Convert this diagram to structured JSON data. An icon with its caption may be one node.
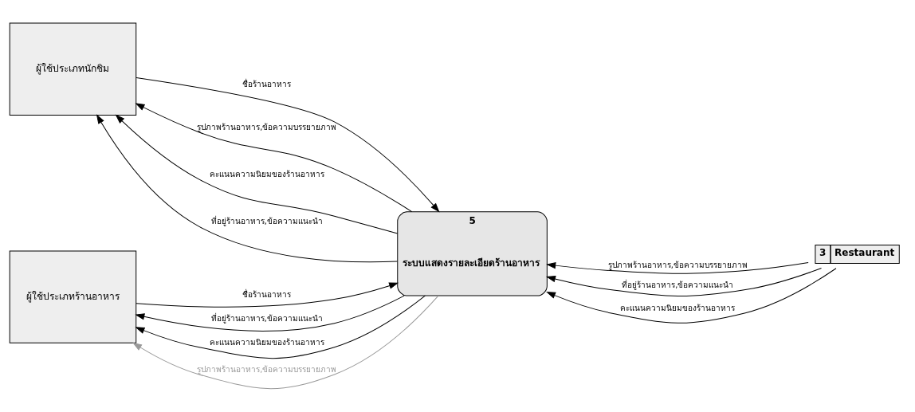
{
  "diagram": {
    "nodes": [
      {
        "text": [
          "ผู้ใช้ประเภทนักชิม"
        ]
      },
      {
        "text": [
          "ผู้ใช้ประเภทร้านอาหาร"
        ]
      },
      {
        "text": [
          "5",
          "ระบบแสดงรายละเอียดร้านอาหาร"
        ]
      },
      {
        "text": [
          "3",
          "Restaurant"
        ]
      }
    ],
    "edges": [
      {
        "from": 2,
        "to": 0,
        "arrow": "to",
        "label": "รูปภาพร้านอาหาร,ข้อความบรรยายภาพ"
      },
      {
        "from": 2,
        "to": 0,
        "arrow": "to",
        "label": "คะแนนความนิยมของร้านอาหาร"
      },
      {
        "from": 2,
        "to": 0,
        "arrow": "to",
        "label": "ที่อยู่ร้านอาหาร,ข้อความแนะนำ"
      },
      {
        "from": 0,
        "to": 2,
        "arrow": "to",
        "label": "ชื่อร้านอาหาร"
      },
      {
        "from": 3,
        "to": 2,
        "arrow": "to",
        "label": "รูปภาพร้านอาหาร,ข้อความบรรยายภาพ"
      },
      {
        "from": 3,
        "to": 2,
        "arrow": "to",
        "label": "ที่อยู่ร้านอาหาร,ข้อความแนะนำ"
      },
      {
        "from": 3,
        "to": 2,
        "arrow": "to",
        "label": "คะแนนความนิยมของร้านอาหาร"
      },
      {
        "from": 1,
        "to": 2,
        "arrow": "to",
        "label": "ชื่อร้านอาหาร"
      },
      {
        "from": 2,
        "to": 1,
        "arrow": "to",
        "label": "ที่อยู่ร้านอาหาร,ข้อความแนะนำ"
      },
      {
        "from": 2,
        "to": 1,
        "arrow": "to",
        "label": "คะแนนความนิยมของร้านอาหาร"
      },
      {
        "from": 2,
        "to": 1,
        "arrow": "to",
        "label": "รูปภาพร้านอาหาร,ข้อความบรรยายภาพ",
        "color": "#999999"
      }
    ]
  }
}
